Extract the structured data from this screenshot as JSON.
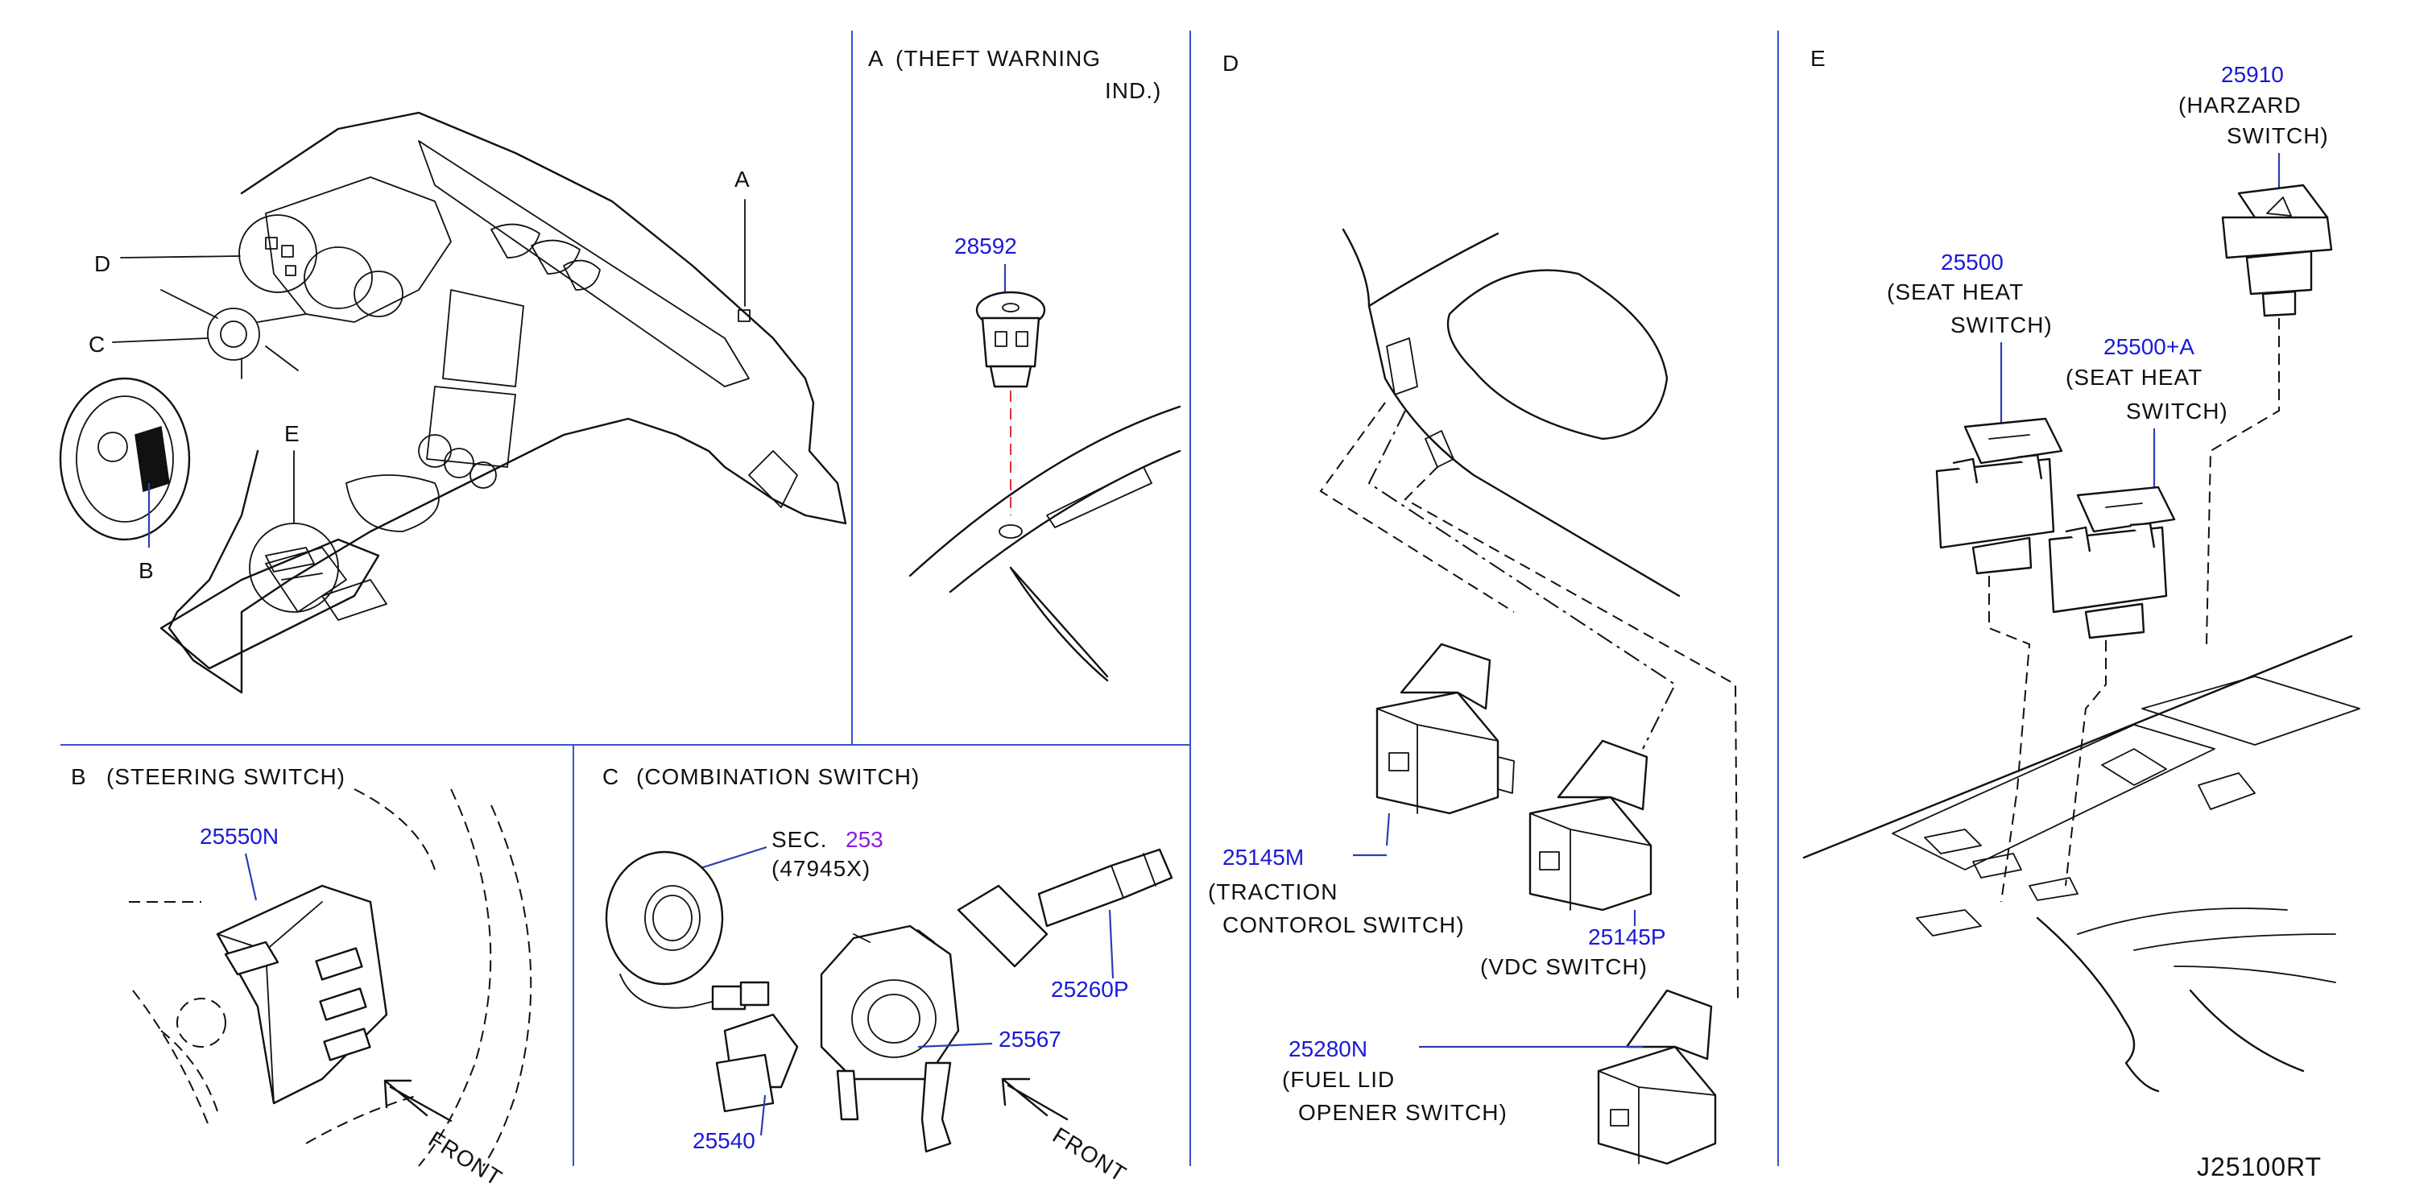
{
  "sections": {
    "a": {
      "letter": "A",
      "title_line1": "(THEFT   WARNING",
      "title_line2": "IND.)"
    },
    "b": {
      "letter": "B",
      "title": "(STEERING   SWITCH)"
    },
    "c": {
      "letter": "C",
      "title": "(COMBINATION   SWITCH)"
    },
    "d": {
      "letter": "D"
    },
    "e": {
      "letter": "E"
    }
  },
  "overview_labels": {
    "a": "A",
    "b": "B",
    "c": "C",
    "d": "D",
    "e": "E"
  },
  "parts": {
    "p28592": {
      "number": "28592"
    },
    "p25550N": {
      "number": "25550N"
    },
    "sec": {
      "prefix": "SEC.",
      "ref": "253",
      "sub": "(47945X)"
    },
    "p25260P": {
      "number": "25260P"
    },
    "p25567": {
      "number": "25567"
    },
    "p25540": {
      "number": "25540"
    },
    "p25145M": {
      "number": "25145M",
      "name_line1": "(TRACTION",
      "name_line2": "CONTOROL   SWITCH)"
    },
    "p25145P": {
      "number": "25145P",
      "name_line1": "(VDC   SWITCH)"
    },
    "p25280N": {
      "number": "25280N",
      "name_line1": "(FUEL   LID",
      "name_line2": "OPENER   SWITCH)"
    },
    "p25910": {
      "number": "25910",
      "name_line1": "(HARZARD",
      "name_line2": "SWITCH)"
    },
    "p25500": {
      "number": "25500",
      "name_line1": "(SEAT   HEAT",
      "name_line2": "SWITCH)"
    },
    "p25500A": {
      "number": "25500+A",
      "name_line1": "(SEAT   HEAT",
      "name_line2": "SWITCH)"
    }
  },
  "front_label": "FRONT",
  "drawing_id": "J25100RT",
  "colors": {
    "part_number": "#1a1ad6",
    "section_ref": "#8a1ee0",
    "separator": "#3355cc",
    "line": "#111111"
  }
}
